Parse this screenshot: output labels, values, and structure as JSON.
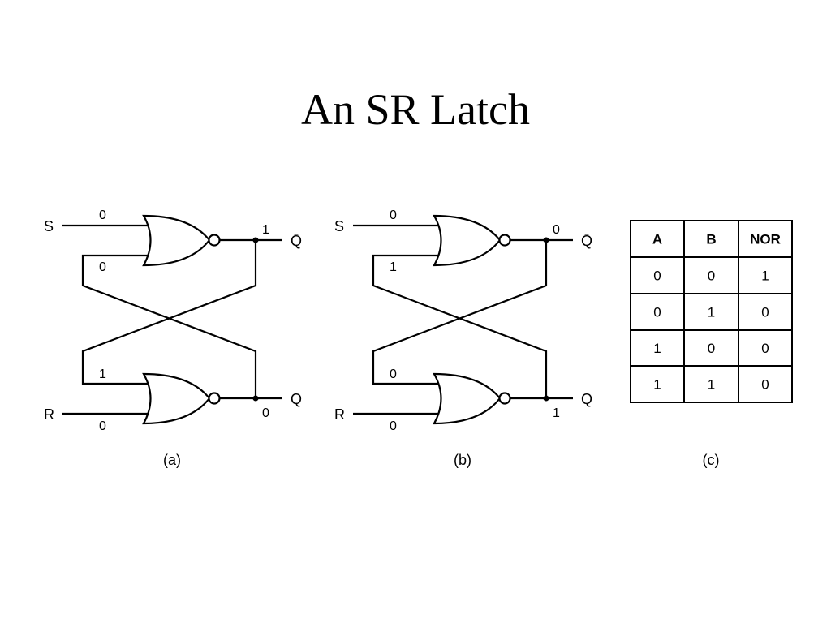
{
  "title": "An SR Latch",
  "circuits": [
    {
      "caption": "(a)",
      "inputs": {
        "s": "S",
        "r": "R"
      },
      "outputs": {
        "qbar": "Q̄",
        "q": "Q"
      },
      "values": {
        "s": "0",
        "top_feedback": "0",
        "qbar": "1",
        "bottom_feedback": "1",
        "r": "0",
        "q": "0"
      }
    },
    {
      "caption": "(b)",
      "inputs": {
        "s": "S",
        "r": "R"
      },
      "outputs": {
        "qbar": "Q̄",
        "q": "Q"
      },
      "values": {
        "s": "0",
        "top_feedback": "1",
        "qbar": "0",
        "bottom_feedback": "0",
        "r": "0",
        "q": "1"
      }
    }
  ],
  "truth_table": {
    "caption": "(c)",
    "headers": [
      "A",
      "B",
      "NOR"
    ],
    "rows": [
      [
        "0",
        "0",
        "1"
      ],
      [
        "0",
        "1",
        "0"
      ],
      [
        "1",
        "0",
        "0"
      ],
      [
        "1",
        "1",
        "0"
      ]
    ]
  }
}
